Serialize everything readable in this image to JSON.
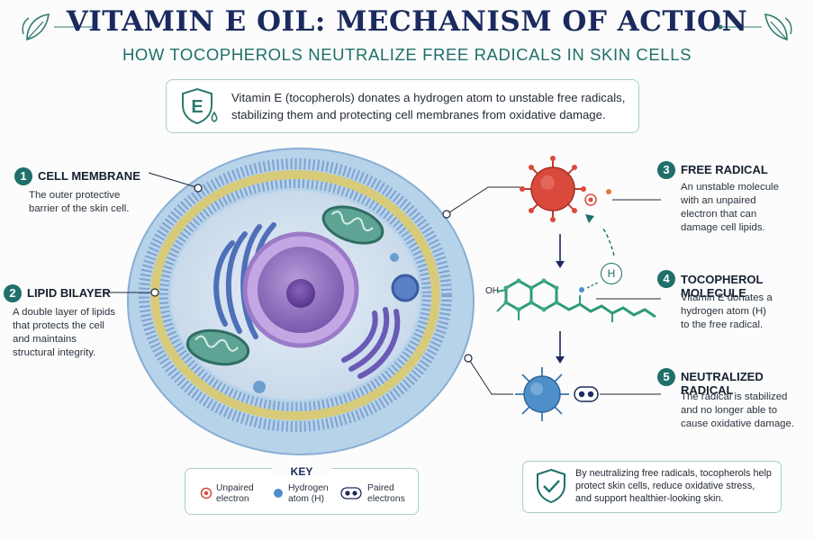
{
  "header": {
    "title": "VITAMIN E OIL: MECHANISM OF ACTION",
    "subtitle": "HOW TOCOPHEROLS NEUTRALIZE FREE RADICALS IN SKIN CELLS"
  },
  "intro": {
    "icon_letter": "E",
    "line1": "Vitamin E (tocopherols) donates a hydrogen atom to unstable free radicals,",
    "line2": "stabilizing them and protecting cell membranes from oxidative damage."
  },
  "labels": [
    {
      "num": "1",
      "title": "CELL MEMBRANE",
      "desc": [
        "The outer protective",
        "barrier of the skin cell."
      ]
    },
    {
      "num": "2",
      "title": "LIPID BILAYER",
      "desc": [
        "A double layer of lipids",
        "that protects the cell",
        "and maintains",
        "structural integrity."
      ]
    },
    {
      "num": "3",
      "title": "FREE RADICAL",
      "desc": [
        "An unstable molecule",
        "with an unpaired",
        "electron that can",
        "damage cell lipids."
      ]
    },
    {
      "num": "4",
      "title": "TOCOPHEROL MOLECULE",
      "desc": [
        "Vitamin E donates a",
        "hydrogen atom (H)",
        "to the free radical."
      ]
    },
    {
      "num": "5",
      "title": "NEUTRALIZED RADICAL",
      "desc": [
        "The radical is stabilized",
        "and no longer able to",
        "cause oxidative damage."
      ]
    }
  ],
  "molecule": {
    "oh_label": "OH",
    "h_label": "H"
  },
  "key": {
    "title": "KEY",
    "items": [
      {
        "line1": "Unpaired",
        "line2": "electron"
      },
      {
        "line1": "Hydrogen",
        "line2": "atom (H)"
      },
      {
        "line1": "Paired",
        "line2": "electrons"
      }
    ]
  },
  "footer": {
    "line1": "By neutralizing free radicals, tocopherols help",
    "line2": "protect skin cells, reduce oxidative stress,",
    "line3": "and support healthier-looking skin."
  },
  "colors": {
    "navy": "#1b2a5e",
    "teal": "#1f6f6a",
    "radical_red": "#d94a3c",
    "neutral_blue": "#4f8fc9"
  }
}
